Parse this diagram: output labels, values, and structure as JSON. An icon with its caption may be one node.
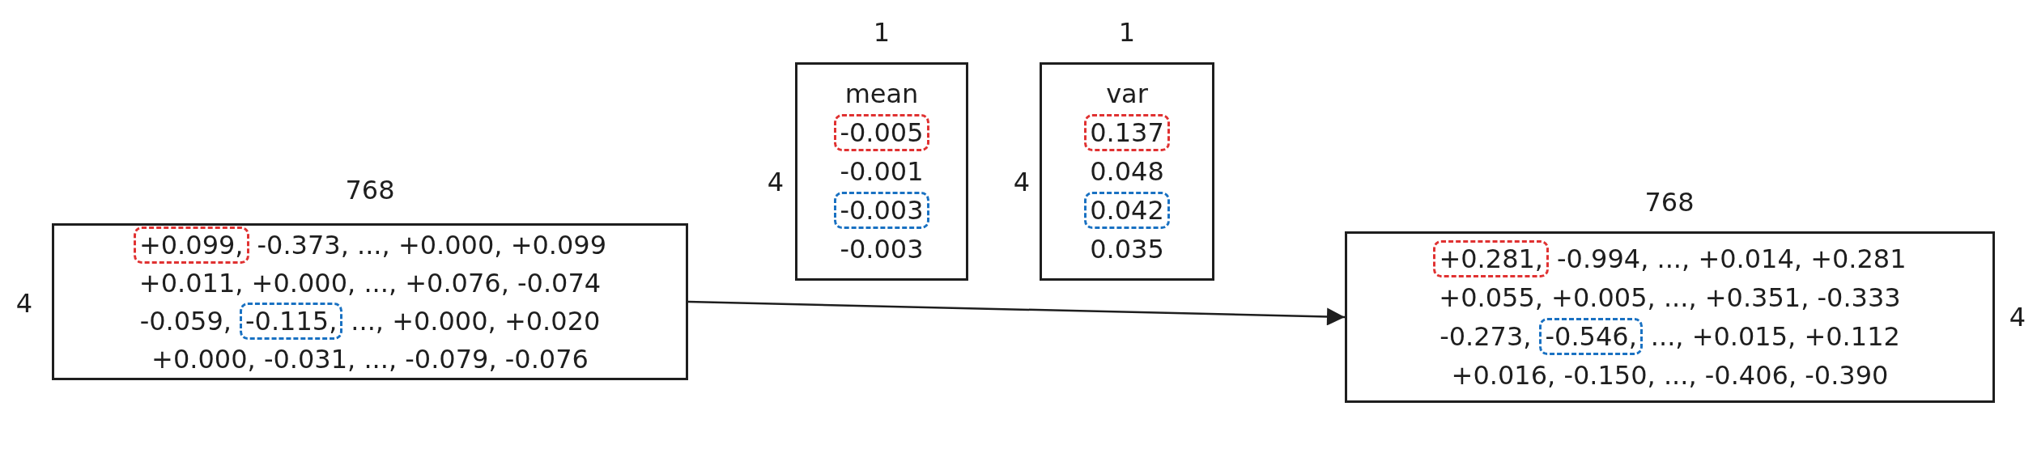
{
  "diagram": {
    "nodes": [
      {
        "text": [
          "-0.373, ..., +0.000, +0.099",
          "+0.011, +0.000, ..., +0.076, -0.074",
          "-0.059,",
          "..., +0.000, +0.020",
          "+0.000, -0.031, ..., -0.079, -0.076"
        ],
        "beside": [
          "768",
          "4"
        ]
      },
      {
        "text": [
          "+0.099,"
        ],
        "in": 0
      },
      {
        "text": [
          "-0.115,"
        ],
        "in": 0
      },
      {
        "text": [
          "mean",
          "-0.001",
          "-0.003"
        ],
        "beside": [
          "1",
          "4"
        ]
      },
      {
        "text": [
          "-0.005"
        ],
        "in": 3
      },
      {
        "text": [
          "-0.003"
        ],
        "in": 3
      },
      {
        "text": [
          "var",
          "0.048",
          "0.035"
        ],
        "beside": [
          "1",
          "4"
        ]
      },
      {
        "text": [
          "0.137"
        ],
        "in": 6
      },
      {
        "text": [
          "0.042"
        ],
        "in": 6
      },
      {
        "text": [
          "-0.994, ..., +0.014, +0.281",
          "+0.055, +0.005, ..., +0.351, -0.333",
          "-0.273,",
          "..., +0.015, +0.112",
          "+0.016, -0.150, ..., -0.406, -0.390"
        ],
        "beside": [
          "768",
          "4"
        ]
      },
      {
        "text": [
          "+0.281,"
        ],
        "in": 9
      },
      {
        "text": [
          "-0.546,"
        ],
        "in": 9
      }
    ],
    "edges": [
      {
        "from": 0,
        "to": 9,
        "arrow": "to"
      }
    ]
  }
}
